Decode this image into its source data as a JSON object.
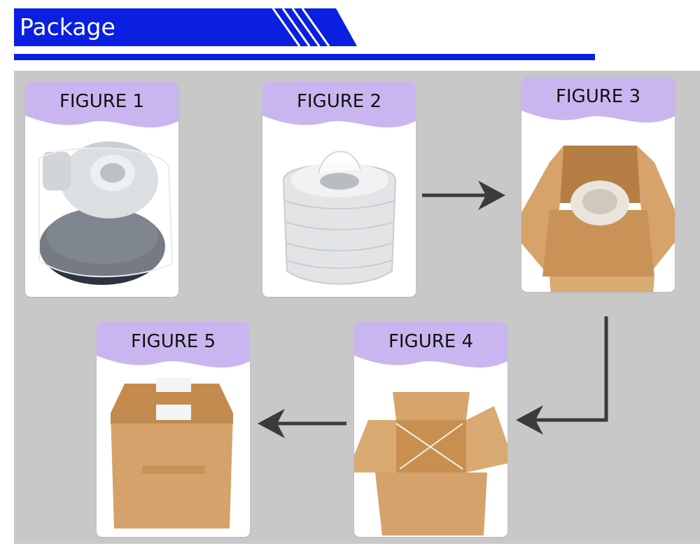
{
  "header": {
    "title": "Package"
  },
  "colors": {
    "accent_blue": "#0a1fe0",
    "panel_gray": "#c8c8c8",
    "label_lavender": "#c9b6f0",
    "cardboard": "#d4a26a",
    "arrow": "#3b3b3b"
  },
  "figures": [
    {
      "label": "FIGURE 1",
      "content": "wrapped-turbocharger"
    },
    {
      "label": "FIGURE 2",
      "content": "bubble-wrapped-part"
    },
    {
      "label": "FIGURE 3",
      "content": "part-in-open-box"
    },
    {
      "label": "FIGURE 4",
      "content": "inner-box-in-open-box"
    },
    {
      "label": "FIGURE 5",
      "content": "sealed-box"
    }
  ],
  "flow": [
    "FIGURE 2 -> FIGURE 3",
    "FIGURE 3 -> FIGURE 4",
    "FIGURE 4 -> FIGURE 5"
  ]
}
